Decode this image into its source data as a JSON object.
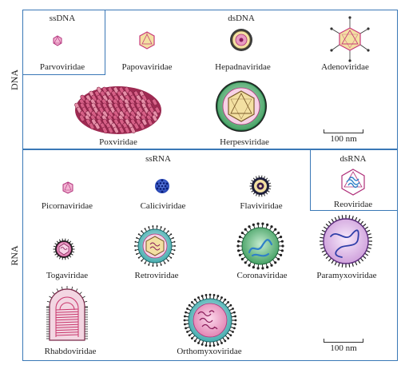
{
  "groups": {
    "dna": "DNA",
    "rna": "RNA"
  },
  "sections": {
    "ssdna": "ssDNA",
    "dsdna": "dsDNA",
    "ssrna": "ssRNA",
    "dsrna": "dsRNA"
  },
  "families": {
    "parvoviridae": "Parvoviridae",
    "papovaviridae": "Papovaviridae",
    "hepadnaviridae": "Hepadnaviridae",
    "adenoviridae": "Adenoviridae",
    "poxviridae": "Poxviridae",
    "herpesviridae": "Herpesviridae",
    "picornaviridae": "Picornaviridae",
    "caliciviridae": "Caliciviridae",
    "flaviviridae": "Flaviviridae",
    "reoviridae": "Reoviridae",
    "togaviridae": "Togaviridae",
    "retroviridae": "Retroviridae",
    "coronaviridae": "Coronaviridae",
    "paramyxoviridae": "Paramyxoviridae",
    "rhabdoviridae": "Rhabdoviridae",
    "orthomyxoviridae": "Orthomyxoviridae"
  },
  "scale_bars": {
    "dna": "100 nm",
    "rna": "100 nm"
  },
  "colors": {
    "frame": "#3a78b6",
    "capsid_fill": "#f3e0a2",
    "capsid_edge": "#c83a7a",
    "pink": "#e89ac0",
    "magenta": "#b0307a",
    "envelope_green": "#58b875",
    "envelope_dark": "#1e6b3d",
    "spike": "#222222",
    "teal": "#3aa6a8",
    "lavender": "#d8aee3"
  }
}
